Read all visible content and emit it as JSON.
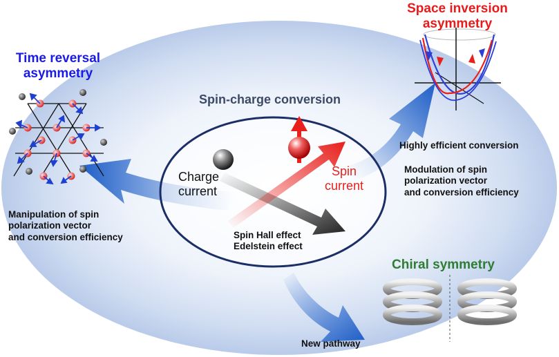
{
  "titles": {
    "time_reversal": "Time reversal\nasymmetry",
    "space_inversion": "Space inversion\nasymmetry",
    "chiral": "Chiral symmetry",
    "center": "Spin-charge conversion"
  },
  "labels": {
    "charge_current": "Charge\ncurrent",
    "spin_current": "Spin\ncurrent",
    "effects": "Spin Hall effect\nEdelstein effect",
    "highly_efficient": "Highly efficient conversion",
    "modulation": "Modulation of spin\npolarization vector\nand conversion efficiency",
    "manipulation": "Manipulation of spin\npolarization vector\nand conversion efficiency",
    "new_pathway": "New pathway"
  },
  "colors": {
    "blue_title": "#1a1ae6",
    "red_title": "#e61c1c",
    "green_title": "#2e7d32",
    "center_title": "#3c4a66",
    "arrow_blue": "#1f5fc8",
    "spin_red": "#e8201c",
    "inner_ellipse_stroke": "#1b2e66"
  },
  "icons": {
    "kagome": "kagome-lattice-icon",
    "band": "rashba-band-icon",
    "helix": "helix-icon",
    "charge": "charge-sphere-icon",
    "spin": "spin-sphere-icon"
  }
}
